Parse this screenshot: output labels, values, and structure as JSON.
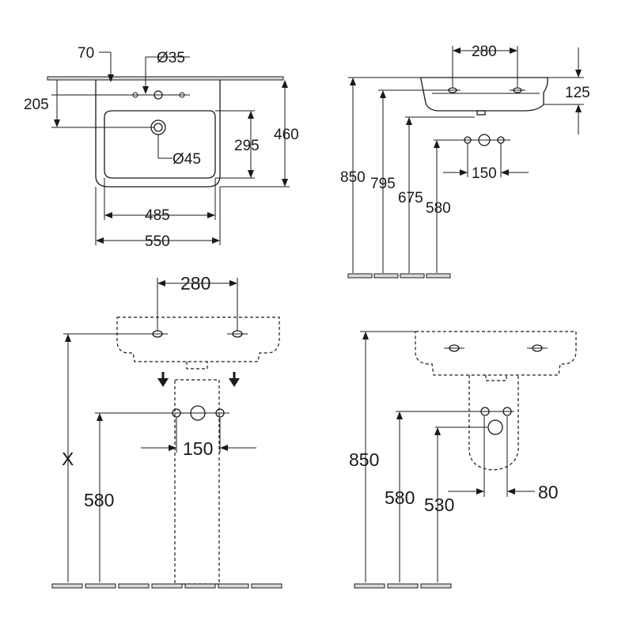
{
  "views": {
    "top": {
      "dim_width": "550",
      "dim_inner_width": "485",
      "dim_depth": "460",
      "dim_inner_depth": "295",
      "dim_tap_offset": "205",
      "dim_edge_offset": "70",
      "dim_tap_hole": "Ø35",
      "dim_drain": "Ø45"
    },
    "side": {
      "dim_tap_spacing": "280",
      "dim_rim_height": "125",
      "dim_pipe_spacing": "150",
      "dim_height_rim": "850",
      "dim_height_taps": "795",
      "dim_height_underside": "675",
      "dim_height_pipes": "580"
    },
    "pedestal": {
      "dim_tap_spacing": "280",
      "dim_pipe_spacing": "150",
      "dim_height_variable": "X",
      "dim_height_pipes": "580"
    },
    "semi_pedestal": {
      "dim_height_rim": "850",
      "dim_height_pipes": "580",
      "dim_height_drain": "530",
      "dim_drain_offset": "80"
    }
  }
}
